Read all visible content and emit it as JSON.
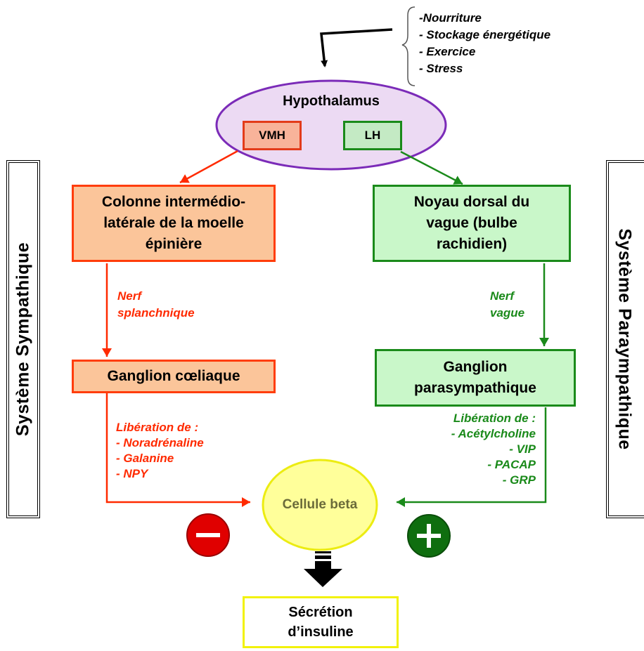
{
  "colors": {
    "red": "#ff2a00",
    "green": "#1a8a1a",
    "orange_fill": "#fbc59a",
    "green_fill": "#c9f7c9",
    "ellipse_fill": "#ecdaf3",
    "ellipse_border": "#7b2bb8",
    "yellow_fill": "#ffff9a",
    "yellow_border": "#ecec12"
  },
  "factors": {
    "items": [
      "-Nourriture",
      "- Stockage énergétique",
      "- Exercice",
      "- Stress"
    ]
  },
  "hypothalamus": {
    "title": "Hypothalamus",
    "vmh": "VMH",
    "lh": "LH"
  },
  "sympathetic": {
    "side_label": "Système Sympathique",
    "column_box": [
      "Colonne intermédio-",
      "latérale de la moelle",
      "épinière"
    ],
    "nerve": [
      "Nerf",
      "splanchnique"
    ],
    "ganglion": "Ganglion cœliaque",
    "liberation": [
      "Libération de :",
      "- Noradrénaline",
      "- Galanine",
      "- NPY"
    ],
    "sign": "minus-sign"
  },
  "parasympathetic": {
    "side_label": "Système Paraympathique",
    "nucleus_box": [
      "Noyau dorsal du",
      "vague (bulbe",
      "rachidien)"
    ],
    "nerve": [
      "Nerf",
      "vague"
    ],
    "ganglion": [
      "Ganglion",
      "parasympathique"
    ],
    "liberation": [
      "Libération de :",
      "- Acétylcholine",
      "- VIP",
      "- PACAP",
      "- GRP"
    ],
    "sign": "plus-sign"
  },
  "beta_cell": {
    "label": "Cellule beta"
  },
  "output": {
    "lines": [
      "Sécrétion",
      "d’insuline"
    ]
  }
}
